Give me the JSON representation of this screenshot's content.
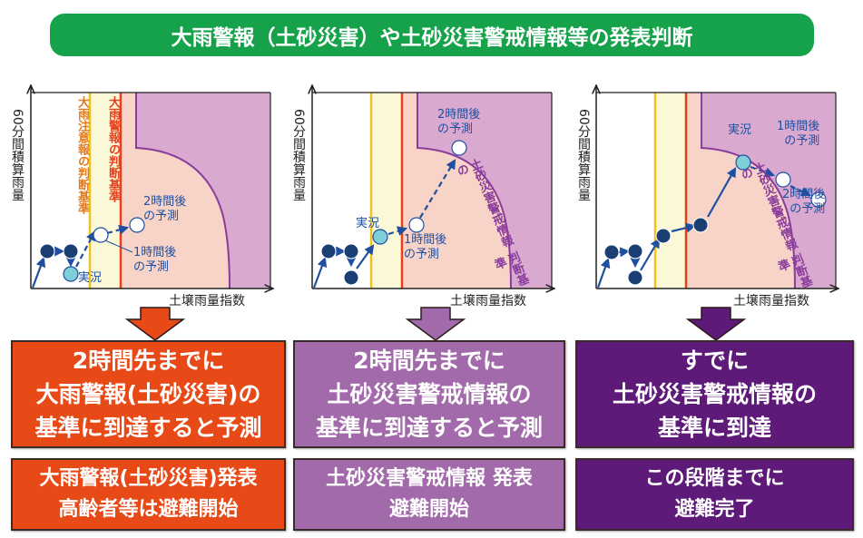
{
  "title": "大雨警報（土砂災害）や土砂災害警戒情報等の発表判断",
  "colors": {
    "title_bg": "#16a24a",
    "orange": "#e84a17",
    "lilac": "#a26aaa",
    "purple": "#5e1a79",
    "zone_yellow": "#fbf8d8",
    "zone_pink": "#f8d3c8",
    "zone_purple": "#d9a9cf",
    "line_yellow": "#f2c21a",
    "line_red": "#e8401c",
    "curve_purple": "#8a3c9c",
    "point_dark": "#1b3f73",
    "point_current": "#7fcfd8",
    "annotation_blue": "#1f4fa0"
  },
  "axis": {
    "y_label": "60分間積算雨量",
    "x_label": "土壌雨量指数"
  },
  "panels": [
    {
      "id": "panel-1",
      "threshold_labels": {
        "advisory": "大雨注意報の判断基準",
        "warning": "大雨警報の判断基準"
      },
      "labels": {
        "current": "実況",
        "forecast_1h": [
          "1時間後",
          "の予測"
        ],
        "forecast_2h": [
          "2時間後",
          "の予測"
        ]
      },
      "result_text": [
        "2時間先までに",
        "大雨警報(土砂災害)の",
        "基準に到達すると予測"
      ],
      "action_text": [
        "大雨警報(土砂災害)発表",
        "高齢者等は避難開始"
      ],
      "arrow_color": "#e84a17"
    },
    {
      "id": "panel-2",
      "threshold_labels": {
        "sediment": [
          "土砂災害警戒情報の",
          "判断基準"
        ]
      },
      "labels": {
        "current": "実況",
        "forecast_1h": [
          "1時間後",
          "の予測"
        ],
        "forecast_2h": [
          "2時間後",
          "の予測"
        ]
      },
      "result_text": [
        "2時間先までに",
        "土砂災害警戒情報の",
        "基準に到達すると予測"
      ],
      "action_text": [
        "土砂災害警戒情報 発表",
        "避難開始"
      ],
      "arrow_color": "#a26aaa"
    },
    {
      "id": "panel-3",
      "threshold_labels": {
        "sediment": [
          "土砂災害警戒情報の",
          "判断基準"
        ]
      },
      "labels": {
        "current": "実況",
        "forecast_1h": [
          "1時間後",
          "の予測"
        ],
        "forecast_2h": [
          "2時間後",
          "の予測"
        ]
      },
      "result_text": [
        "すでに",
        "土砂災害警戒情報の",
        "基準に到達"
      ],
      "action_text": [
        "この段階までに",
        "避難完了"
      ],
      "arrow_color": "#5e1a79"
    }
  ]
}
